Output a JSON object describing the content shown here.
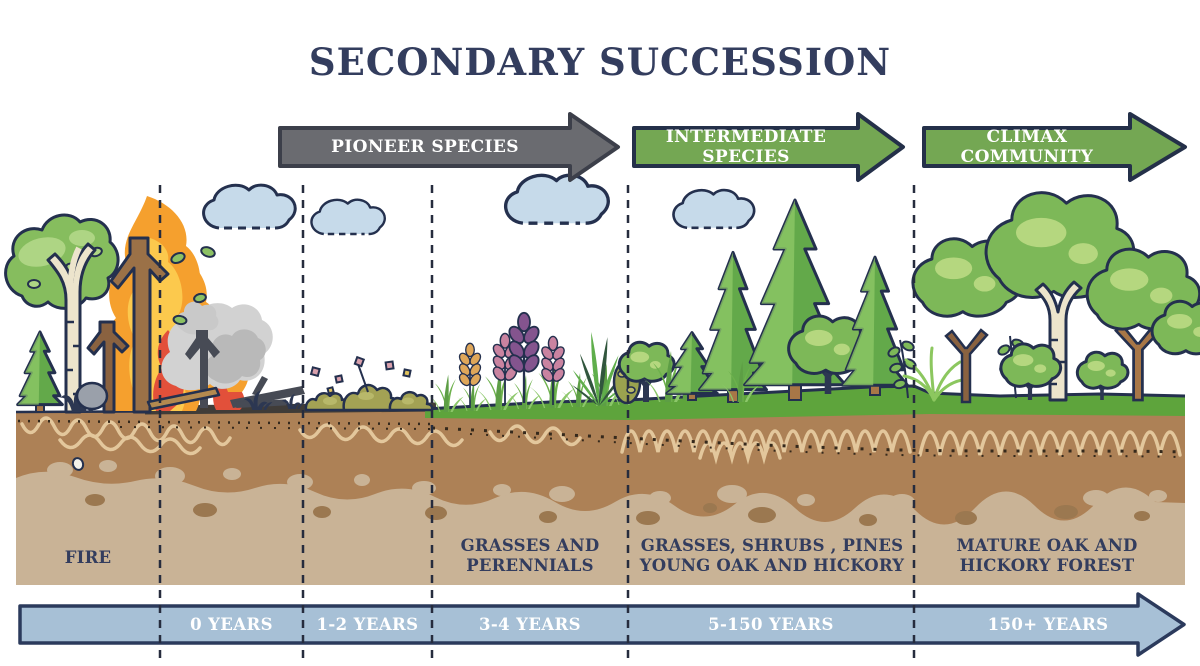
{
  "title": "SECONDARY SUCCESSION",
  "stage_arrows": [
    {
      "id": "pioneer",
      "label": "PIONEER SPECIES",
      "fill": "#6a6b70",
      "outline": "#3c3f4a"
    },
    {
      "id": "intermediate",
      "label": "INTERMEDIATE SPECIES",
      "fill": "#74a753",
      "outline": "#243049"
    },
    {
      "id": "climax",
      "label": "CLIMAX COMMUNITY",
      "fill": "#74a753",
      "outline": "#243049"
    }
  ],
  "stage_labels": [
    {
      "id": "fire",
      "label": "FIRE"
    },
    {
      "id": "grasses",
      "label": "GRASSES AND\nPERENNIALS"
    },
    {
      "id": "shrubs-pines",
      "label": "GRASSES, SHRUBS , PINES\nYOUNG OAK AND HICKORY"
    },
    {
      "id": "mature",
      "label": "MATURE OAK AND\nHICKORY FOREST"
    }
  ],
  "timeline": {
    "labels": [
      "0 YEARS",
      "1-2 YEARS",
      "3-4 YEARS",
      "5-150 YEARS",
      "150+ YEARS"
    ],
    "fill": "#a7c0d6",
    "outline": "#2b3a5c"
  },
  "colors": {
    "title_text": "#333d5e",
    "label_text": "#333d5e",
    "arrow_text": "#ffffff",
    "topsoil_brown": "#ad8156",
    "subsoil_tan": "#c9b396",
    "grass_green": "#5ea43c",
    "tree_green": "#86bd5e",
    "pine_green": "#63a94a",
    "trunk_brown": "#a87747",
    "birch_white": "#ece4cc",
    "fire_orange": "#f5a02e",
    "fire_yellow": "#fcc94d",
    "fire_red": "#e2503a",
    "smoke_gray": "#c9c9c9",
    "cloud_blue": "#c6daea",
    "divider_dash": "#262c3e"
  }
}
